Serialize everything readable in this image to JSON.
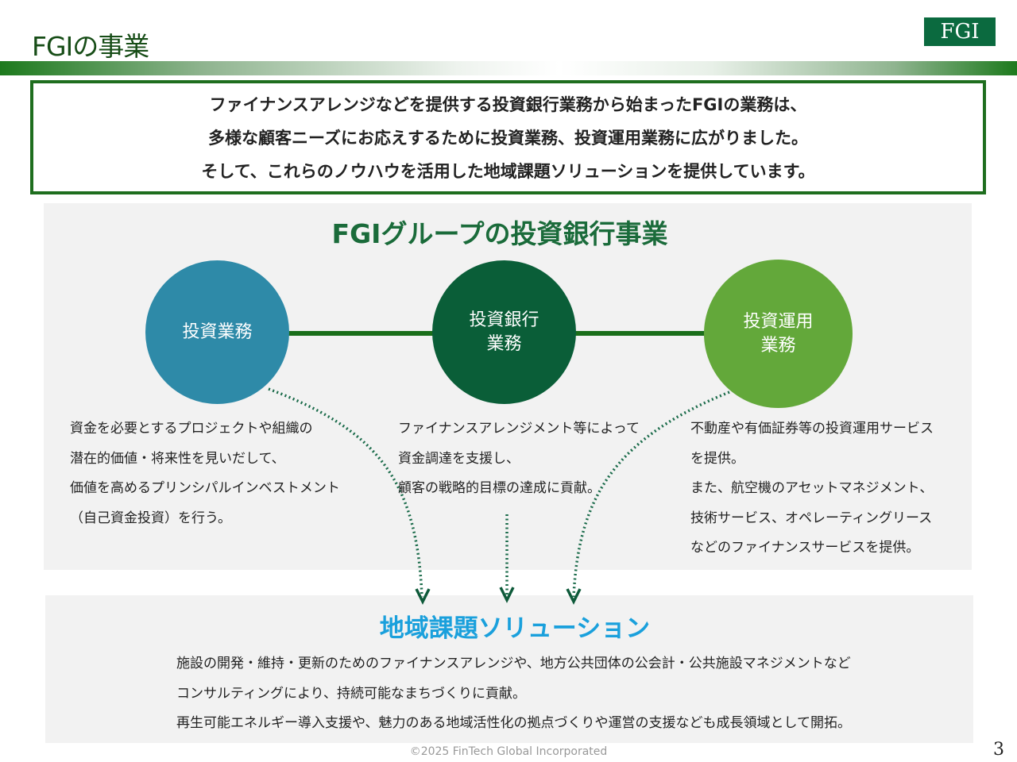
{
  "header": {
    "title": "FGIの事業",
    "logo": "FGI"
  },
  "intro": [
    "ファイナンスアレンジなどを提供する投資銀行業務から始まったFGIの業務は、",
    "多様な顧客ニーズにお応えするために投資業務、投資運用業務に広がりました。",
    "そして、これらのノウハウを活用した地域課題ソリューションを提供しています。"
  ],
  "group": {
    "heading": "FGIグループの投資銀行事業",
    "circles": [
      {
        "lines": [
          "投資業務"
        ],
        "color": "#2e8aa8"
      },
      {
        "lines": [
          "投資銀行",
          "業務"
        ],
        "color": "#0a5e38"
      },
      {
        "lines": [
          "投資運用",
          "業務"
        ],
        "color": "#63a83a"
      }
    ],
    "columns": [
      [
        "資金を必要とするプロジェクトや組織の",
        "潜在的価値・将来性を見いだして、",
        "価値を高めるプリンシパルインベストメント",
        "（自己資金投資）を行う。"
      ],
      [
        "ファイナンスアレンジメント等によって",
        "資金調達を支援し、",
        "顧客の戦略的目標の達成に貢献。"
      ],
      [
        "不動産や有価証券等の投資運用サービス",
        "を提供。",
        "また、航空機のアセットマネジメント、",
        "技術サービス、オペレーティングリース",
        "などのファイナンスサービスを提供。"
      ]
    ]
  },
  "solution": {
    "heading": "地域課題ソリューション",
    "lines": [
      "施設の開発・維持・更新のためのファイナンスアレンジや、地方公共団体の公会計・公共施設マネジメントなど",
      "コンサルティングにより、持続可能なまちづくりに貢献。",
      "再生可能エネルギー導入支援や、魅力のある地域活性化の拠点づくりや運営の支援なども成長領域として開拓。"
    ]
  },
  "footer": {
    "copyright": "©2025 FinTech Global Incorporated",
    "page": "3"
  }
}
